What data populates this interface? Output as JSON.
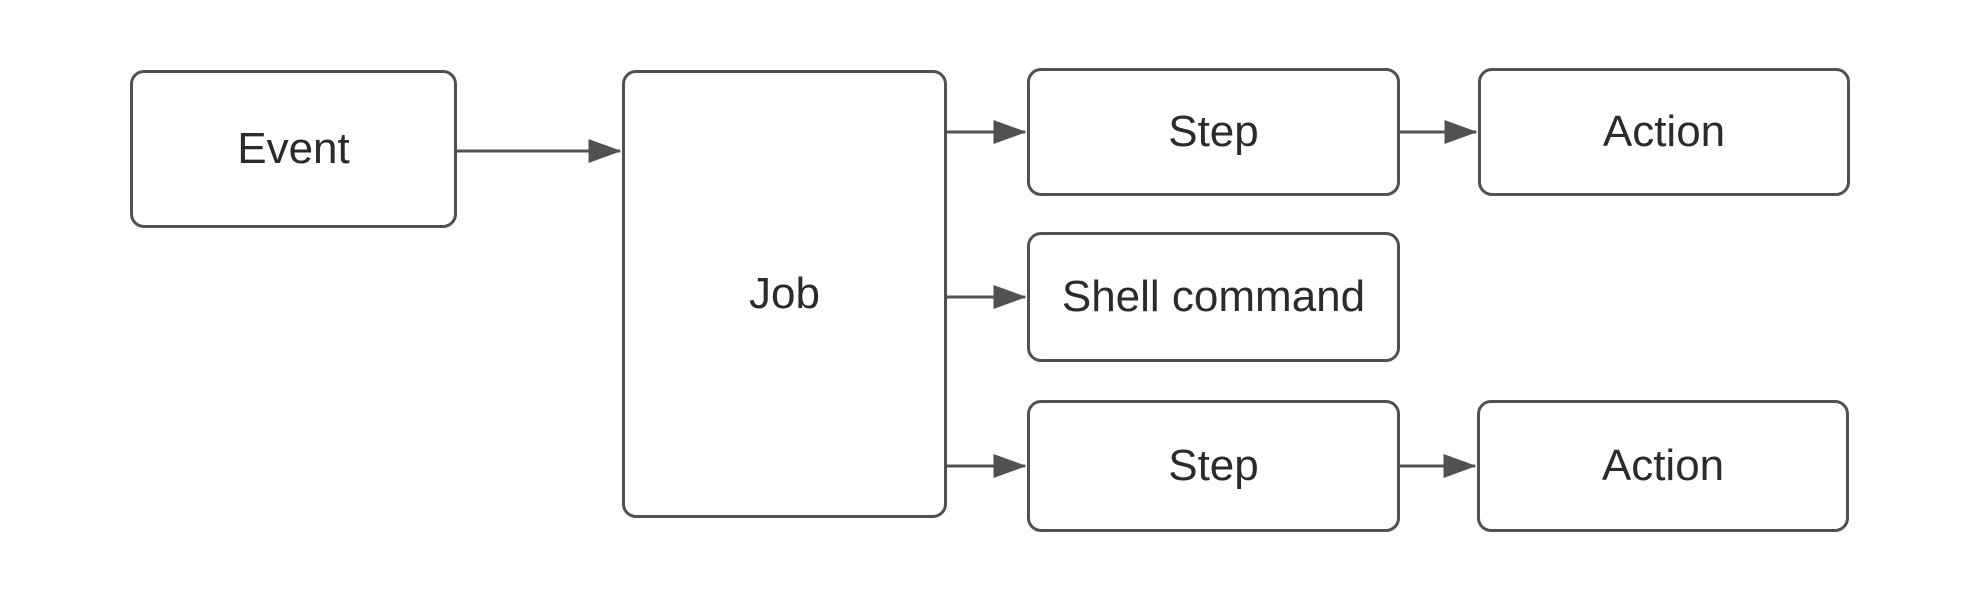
{
  "diagram": {
    "colors": {
      "background": "#ffffff",
      "node_fill": "#ffffff",
      "node_stroke": "#515151",
      "edge_stroke": "#515151",
      "text": "#2b2b2b"
    },
    "nodes": [
      {
        "id": "event",
        "label": "Event"
      },
      {
        "id": "job",
        "label": "Job"
      },
      {
        "id": "step-top",
        "label": "Step"
      },
      {
        "id": "action-top",
        "label": "Action"
      },
      {
        "id": "shell-command",
        "label": "Shell command"
      },
      {
        "id": "step-bottom",
        "label": "Step"
      },
      {
        "id": "action-bottom",
        "label": "Action"
      }
    ],
    "edges": [
      {
        "from": "event",
        "to": "job"
      },
      {
        "from": "job",
        "to": "step-top"
      },
      {
        "from": "job",
        "to": "shell-command"
      },
      {
        "from": "job",
        "to": "step-bottom"
      },
      {
        "from": "step-top",
        "to": "action-top"
      },
      {
        "from": "step-bottom",
        "to": "action-bottom"
      }
    ]
  }
}
